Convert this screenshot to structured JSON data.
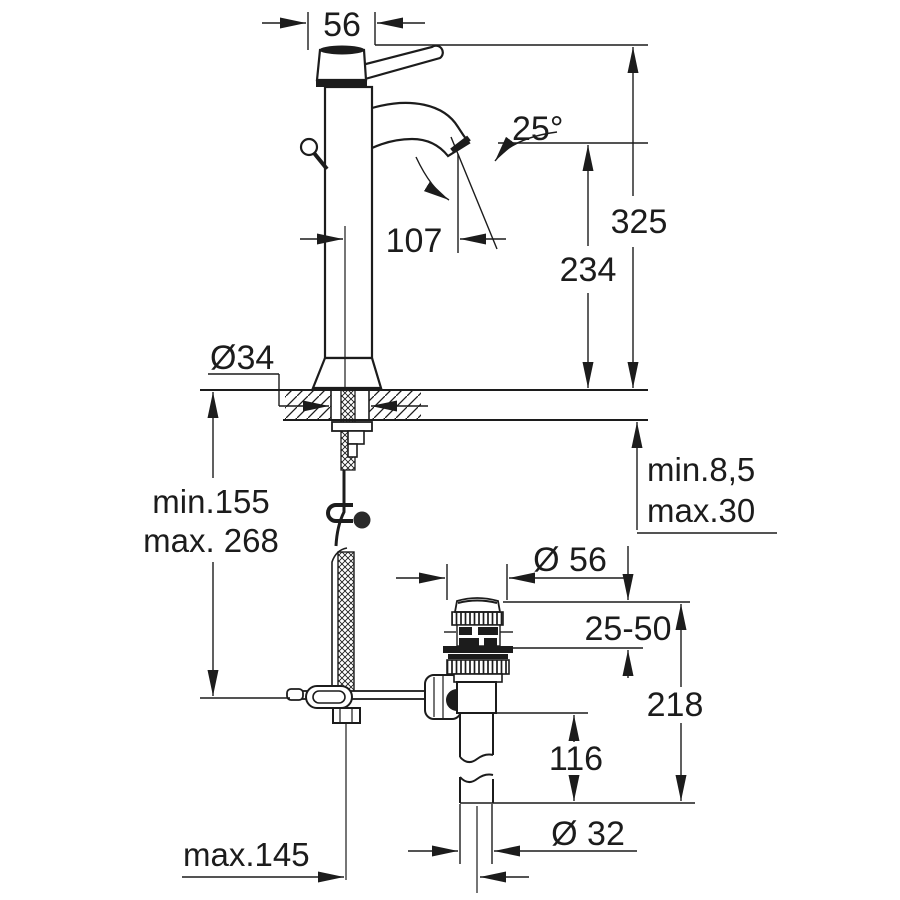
{
  "drawing": {
    "type": "technical-dimension-drawing",
    "subject": "single-lever basin mixer tap with pop-up waste, side elevation",
    "line_color": "#1c1c1c",
    "background_color": "#ffffff",
    "labels": {
      "handle_width": "56",
      "spout_angle": "25°",
      "spout_projection": "107",
      "total_height": "325",
      "outlet_height": "234",
      "hole_diameter": "Ø34",
      "below_deck_min": "min.155",
      "below_deck_max": "max. 268",
      "deck_thickness_min": "min.8,5",
      "deck_thickness_max": "max.30",
      "waste_cap_diameter": "Ø 56",
      "waste_flange_range": "25-50",
      "waste_height": "218",
      "tailpipe_length": "116",
      "tailpipe_diameter": "Ø 32",
      "drain_offset": "max.145"
    }
  }
}
